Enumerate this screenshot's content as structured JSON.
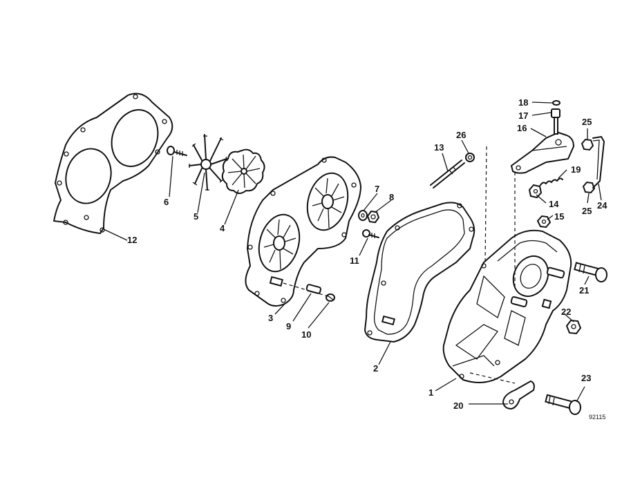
{
  "diagram": {
    "code": "92115",
    "callouts": {
      "c1": "1",
      "c2": "2",
      "c3": "3",
      "c4": "4",
      "c5": "5",
      "c6": "6",
      "c7": "7",
      "c8": "8",
      "c9": "9",
      "c10": "10",
      "c11": "11",
      "c12": "12",
      "c13": "13",
      "c14": "14",
      "c15": "15",
      "c16": "16",
      "c17": "17",
      "c18": "18",
      "c19": "19",
      "c20": "20",
      "c21": "21",
      "c22": "22",
      "c23": "23",
      "c24": "24",
      "c25a": "25",
      "c25b": "25",
      "c26": "26"
    }
  }
}
